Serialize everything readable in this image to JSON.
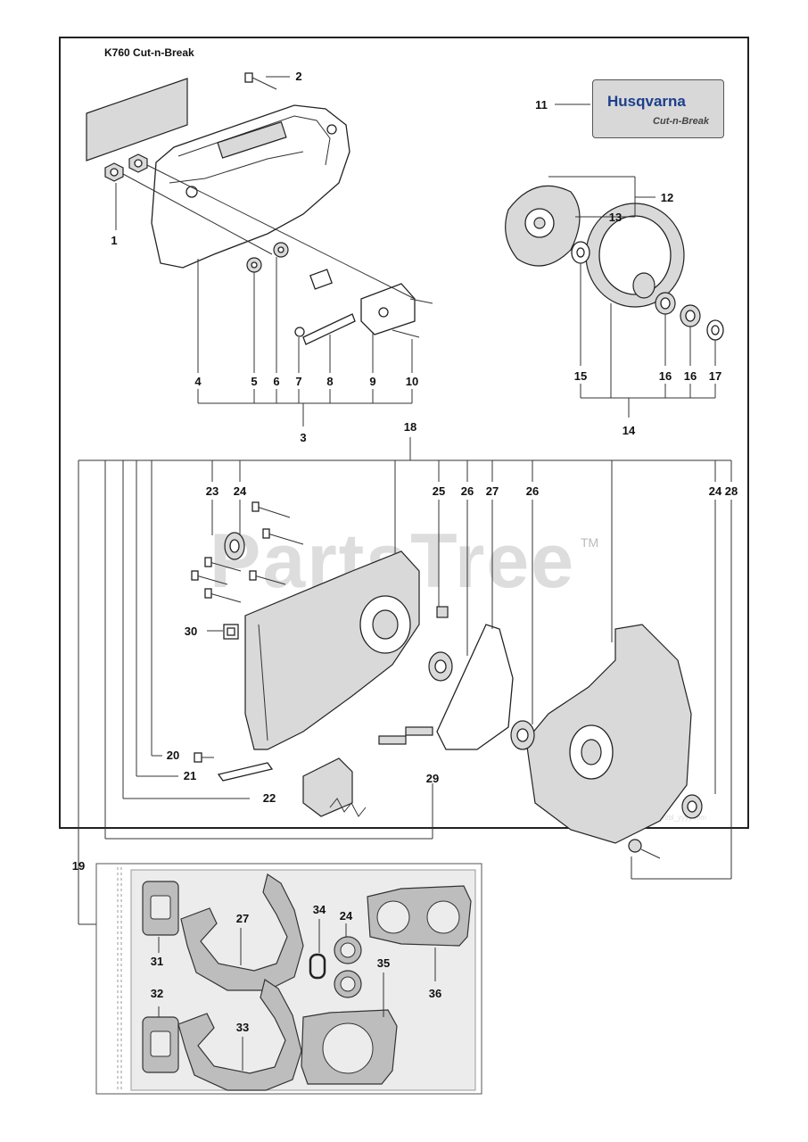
{
  "title": "K760 Cut-n-Break",
  "watermark": "PartsTree",
  "watermark_tm": "TM",
  "logo": {
    "brand": "Husqvarna",
    "product": "Cut-n-Break"
  },
  "footer_mark": "model_entbl_yyyy-mm",
  "callouts": {
    "n1": "1",
    "n2": "2",
    "n3": "3",
    "n4": "4",
    "n5": "5",
    "n6": "6",
    "n7": "7",
    "n8": "8",
    "n9": "9",
    "n10": "10",
    "n11": "11",
    "n12": "12",
    "n13": "13",
    "n14": "14",
    "n15": "15",
    "n16a": "16",
    "n16b": "16",
    "n17": "17",
    "n18": "18",
    "n19": "19",
    "n20": "20",
    "n21": "21",
    "n22": "22",
    "n23": "23",
    "n24a": "24",
    "n24b": "24",
    "n24c": "24",
    "n25": "25",
    "n26a": "26",
    "n26b": "26",
    "n27a": "27",
    "n27b": "27",
    "n28": "28",
    "n29": "29",
    "n30": "30",
    "n31": "31",
    "n32": "32",
    "n33": "33",
    "n34": "34",
    "n35": "35",
    "n36": "36"
  },
  "colors": {
    "brand_blue": "#1c3f8c",
    "gasket_gray": "#bdbdbd",
    "frame": "#222222"
  }
}
